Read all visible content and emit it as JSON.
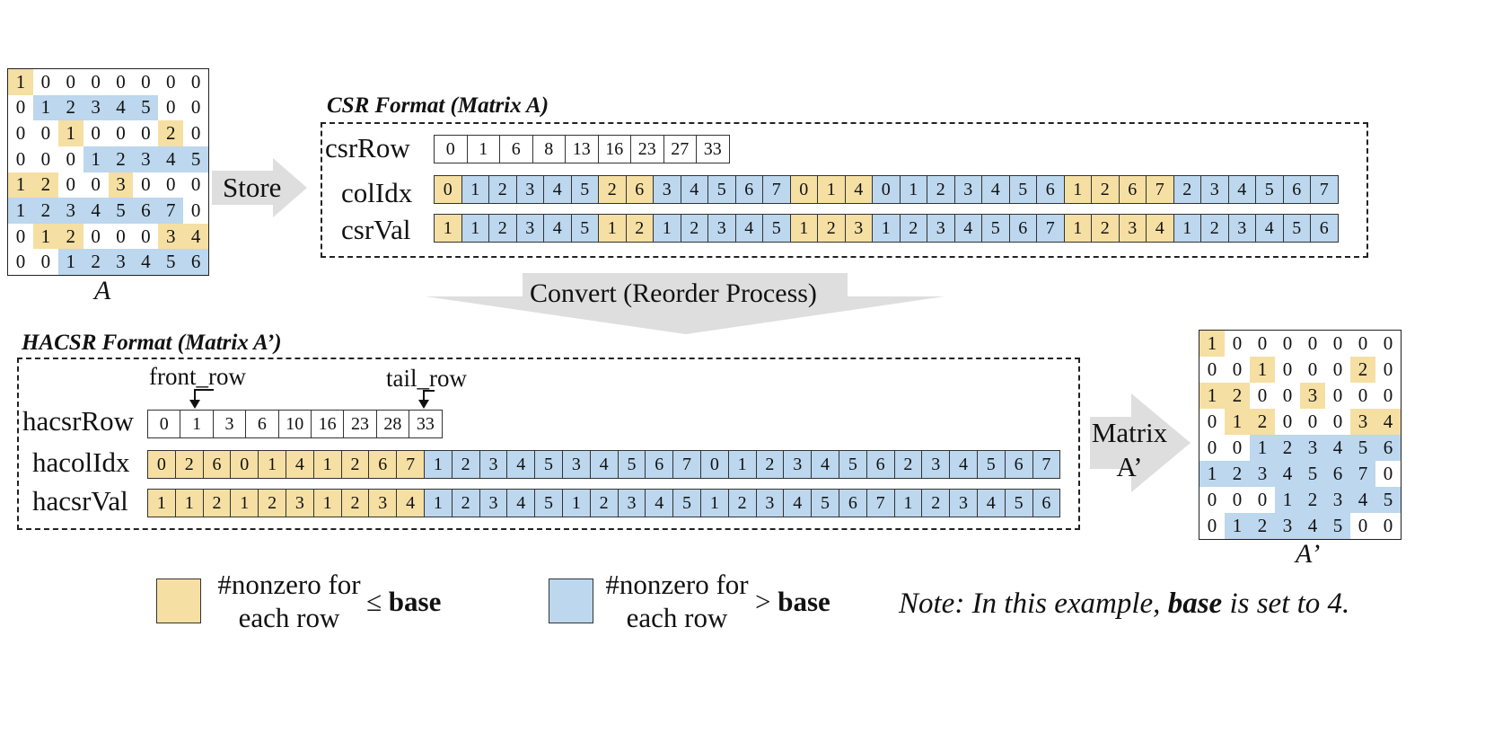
{
  "matrix_A": {
    "caption": "A",
    "cells": [
      [
        "1",
        "0",
        "0",
        "0",
        "0",
        "0",
        "0",
        "0"
      ],
      [
        "0",
        "1",
        "2",
        "3",
        "4",
        "5",
        "0",
        "0"
      ],
      [
        "0",
        "0",
        "1",
        "0",
        "0",
        "0",
        "2",
        "0"
      ],
      [
        "0",
        "0",
        "0",
        "1",
        "2",
        "3",
        "4",
        "5"
      ],
      [
        "1",
        "2",
        "0",
        "0",
        "3",
        "0",
        "0",
        "0"
      ],
      [
        "1",
        "2",
        "3",
        "4",
        "5",
        "6",
        "7",
        "0"
      ],
      [
        "0",
        "1",
        "2",
        "0",
        "0",
        "0",
        "3",
        "4"
      ],
      [
        "0",
        "0",
        "1",
        "2",
        "3",
        "4",
        "5",
        "6"
      ]
    ],
    "colors": [
      "yWWWWWWW",
      "WbbbbbWW",
      "WWyWWWyW",
      "WWWbbbbb",
      "yyWWyWWW",
      "bbbbbbbW",
      "WyyWWWyy",
      "WWbbbbbb"
    ]
  },
  "matrix_A_prime": {
    "caption": "A’",
    "cells": [
      [
        "1",
        "0",
        "0",
        "0",
        "0",
        "0",
        "0",
        "0"
      ],
      [
        "0",
        "0",
        "1",
        "0",
        "0",
        "0",
        "2",
        "0"
      ],
      [
        "1",
        "2",
        "0",
        "0",
        "3",
        "0",
        "0",
        "0"
      ],
      [
        "0",
        "1",
        "2",
        "0",
        "0",
        "0",
        "3",
        "4"
      ],
      [
        "0",
        "0",
        "1",
        "2",
        "3",
        "4",
        "5",
        "6"
      ],
      [
        "1",
        "2",
        "3",
        "4",
        "5",
        "6",
        "7",
        "0"
      ],
      [
        "0",
        "0",
        "0",
        "1",
        "2",
        "3",
        "4",
        "5"
      ],
      [
        "0",
        "1",
        "2",
        "3",
        "4",
        "5",
        "0",
        "0"
      ]
    ],
    "colors": [
      "yWWWWWWW",
      "WWyWWWyW",
      "yyWWyWWW",
      "WyyWWWyy",
      "WWbbbbbb",
      "bbbbbbbW",
      "WWWbbbbb",
      "WbbbbbWW"
    ]
  },
  "arrows": {
    "store": "Store",
    "convert": "Convert (Reorder Process)",
    "matrix_line1": "Matrix",
    "matrix_line2": "A’"
  },
  "csr": {
    "title": "CSR Format  (Matrix A)",
    "csrRow": {
      "label": "csrRow",
      "values": [
        "0",
        "1",
        "6",
        "8",
        "13",
        "16",
        "23",
        "27",
        "33"
      ]
    },
    "colIdx": {
      "label": "colIdx",
      "values": [
        "0",
        "1",
        "2",
        "3",
        "4",
        "5",
        "2",
        "6",
        "3",
        "4",
        "5",
        "6",
        "7",
        "0",
        "1",
        "4",
        "0",
        "1",
        "2",
        "3",
        "4",
        "5",
        "6",
        "1",
        "2",
        "6",
        "7",
        "2",
        "3",
        "4",
        "5",
        "6",
        "7"
      ],
      "colors": "ybbbbbyybbbbbyyybbbbbbbyyyybbbbbb"
    },
    "csrVal": {
      "label": "csrVal",
      "values": [
        "1",
        "1",
        "2",
        "3",
        "4",
        "5",
        "1",
        "2",
        "1",
        "2",
        "3",
        "4",
        "5",
        "1",
        "2",
        "3",
        "1",
        "2",
        "3",
        "4",
        "5",
        "6",
        "7",
        "1",
        "2",
        "3",
        "4",
        "1",
        "2",
        "3",
        "4",
        "5",
        "6"
      ],
      "colors": "ybbbbbyybbbbbyyybbbbbbbyyyybbbbbb"
    }
  },
  "hacsr": {
    "title": "HACSR Format (Matrix A’)",
    "front_row": "front_row",
    "tail_row": "tail_row",
    "hacsrRow": {
      "label": "hacsrRow",
      "values": [
        "0",
        "1",
        "3",
        "6",
        "10",
        "16",
        "23",
        "28",
        "33"
      ]
    },
    "hacolIdx": {
      "label": "hacolIdx",
      "values": [
        "0",
        "2",
        "6",
        "0",
        "1",
        "4",
        "1",
        "2",
        "6",
        "7",
        "1",
        "2",
        "3",
        "4",
        "5",
        "3",
        "4",
        "5",
        "6",
        "7",
        "0",
        "1",
        "2",
        "3",
        "4",
        "5",
        "6",
        "2",
        "3",
        "4",
        "5",
        "6",
        "7"
      ],
      "colors": "yyyyyyyyyybbbbbbbbbbbbbbbbbbbbbbb"
    },
    "hacsrVal": {
      "label": "hacsrVal",
      "values": [
        "1",
        "1",
        "2",
        "1",
        "2",
        "3",
        "1",
        "2",
        "3",
        "4",
        "1",
        "2",
        "3",
        "4",
        "5",
        "1",
        "2",
        "3",
        "4",
        "5",
        "1",
        "2",
        "3",
        "4",
        "5",
        "6",
        "7",
        "1",
        "2",
        "3",
        "4",
        "5",
        "6"
      ],
      "colors": "yyyyyyyyyybbbbbbbbbbbbbbbbbbbbbbb"
    }
  },
  "legend": {
    "yellow_line1": "#nonzero for",
    "yellow_line2": "each row",
    "yellow_cmp": "≤ ",
    "blue_line1": "#nonzero for",
    "blue_line2": "each row",
    "blue_cmp": "> ",
    "base_word": "base",
    "yellow_color": "#f5dfa3",
    "blue_color": "#bcd7ee"
  },
  "note": {
    "prefix": "Note: In this example, ",
    "bold": "base",
    "suffix": " is set to 4."
  }
}
